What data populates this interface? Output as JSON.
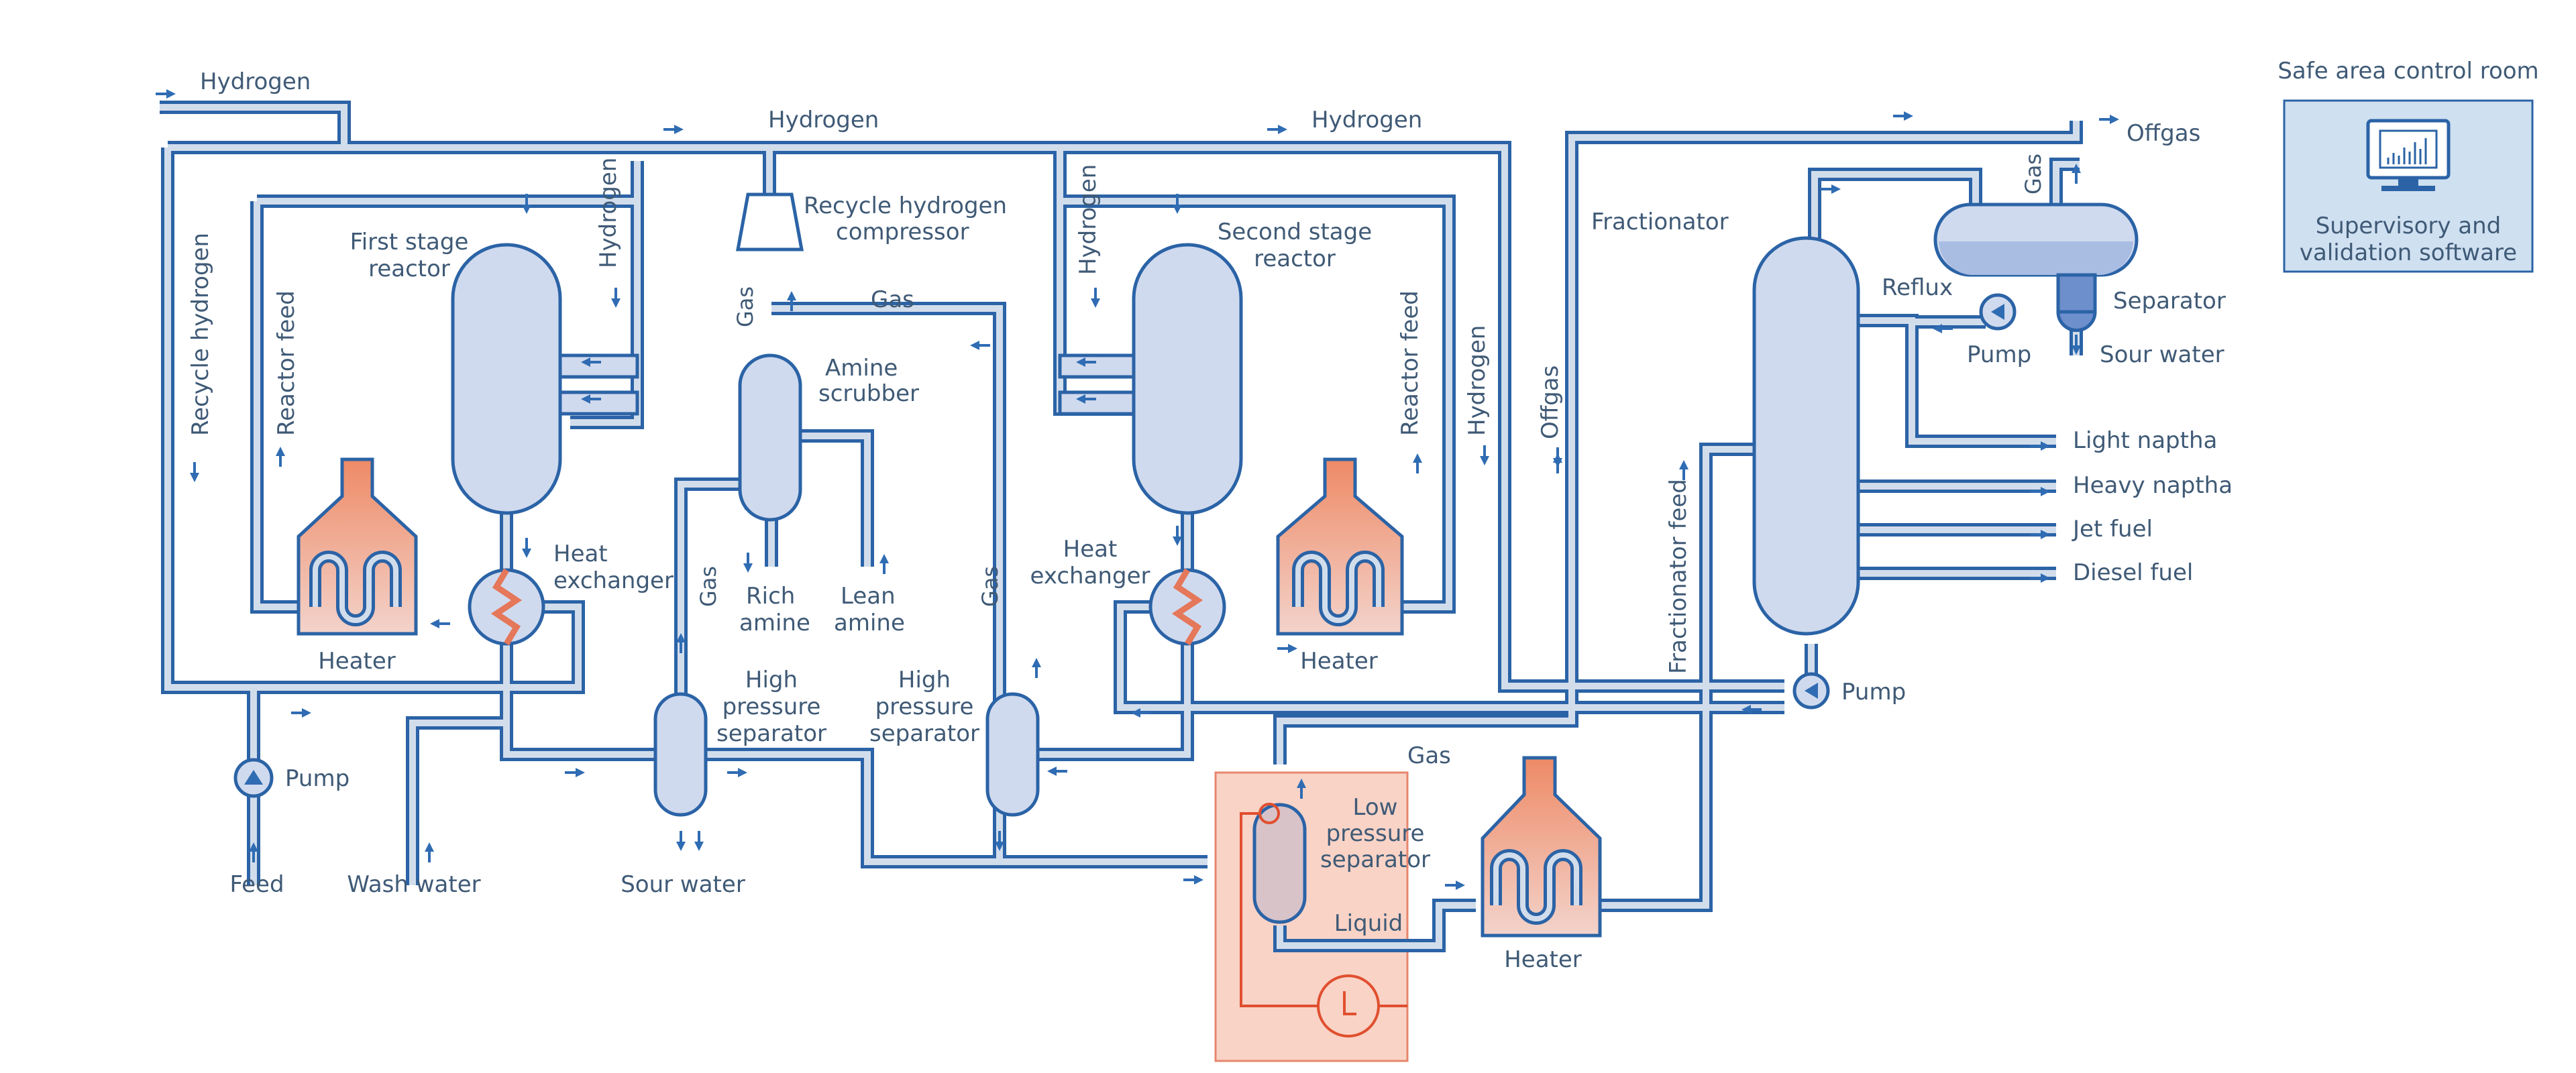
{
  "labels": {
    "hydrogen_in": "Hydrogen",
    "hydrogen_top": "Hydrogen",
    "hydrogen_top2": "Hydrogen",
    "hydrogen_v1": "Hydrogen",
    "hydrogen_v2": "Hydrogen",
    "hydrogen_v3": "Hydrogen",
    "recycle_hydrogen": "Recycle hydrogen",
    "reactor_feed_1": "Reactor feed",
    "reactor_feed_2": "Reactor feed",
    "first_stage_1": "First stage",
    "first_stage_2": "reactor",
    "second_stage_1": "Second stage",
    "second_stage_2": "reactor",
    "compressor_1": "Recycle hydrogen",
    "compressor_2": "compressor",
    "amine_1": "Amine",
    "amine_2": "scrubber",
    "gas_a": "Gas",
    "gas_b": "Gas",
    "gas_c": "Gas",
    "gas_d": "Gas",
    "gas_e": "Gas",
    "gas_f": "Gas",
    "rich_1": "Rich",
    "rich_2": "amine",
    "lean_1": "Lean",
    "lean_2": "amine",
    "hx1_1": "Heat",
    "hx1_2": "exchanger",
    "hx2_1": "Heat",
    "hx2_2": "exchanger",
    "heater_1": "Heater",
    "heater_2": "Heater",
    "heater_3": "Heater",
    "pump_1": "Pump",
    "pump_2": "Pump",
    "pump_3": "Pump",
    "feed": "Feed",
    "wash_water": "Wash water",
    "sour_water_1": "Sour water",
    "sour_water_2": "Sour water",
    "hps1_1": "High",
    "hps1_2": "pressure",
    "hps1_3": "separator",
    "hps2_1": "High",
    "hps2_2": "pressure",
    "hps2_3": "separator",
    "lps_1": "Low",
    "lps_2": "pressure",
    "lps_3": "separator",
    "liquid": "Liquid",
    "fractionator": "Fractionator",
    "fractionator_feed": "Fractionator feed",
    "offgas_v": "Offgas",
    "offgas": "Offgas",
    "reflux": "Reflux",
    "separator": "Separator",
    "light_naptha": "Light naptha",
    "heavy_naptha": "Heavy naptha",
    "jet_fuel": "Jet fuel",
    "diesel_fuel": "Diesel fuel"
  },
  "control_room": {
    "title": "Safe area control room",
    "line1": "Supervisory and",
    "line2": "validation software"
  },
  "colors": {
    "pipe": "#2b63a6",
    "vessel_fill": "#d0daee",
    "heater_accent": "#e5775a",
    "control_box": "#f9d3c6",
    "control_line": "#e04f2f",
    "panel_fill": "#cfe0f1"
  },
  "icons": {
    "monitor": "monitor-icon",
    "level_controller": "level-indicator-icon"
  }
}
